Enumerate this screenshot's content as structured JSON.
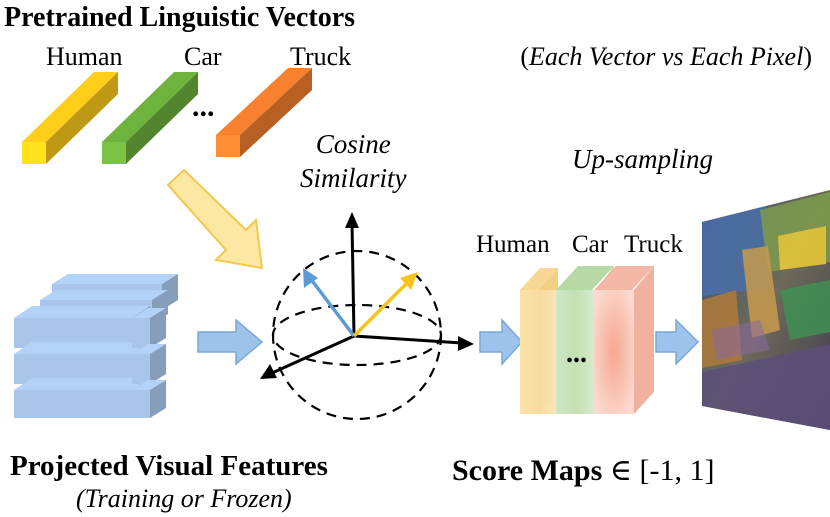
{
  "title_top": "Pretrained Linguistic Vectors",
  "vectors": {
    "human_label": "Human",
    "car_label": "Car",
    "truck_label": "Truck",
    "ellipsis": "..."
  },
  "note": {
    "open": "(",
    "text": "Each Vector vs Each Pixel",
    "close": ")"
  },
  "cosine": {
    "line1": "Cosine",
    "line2": "Similarity"
  },
  "upsampling": "Up-sampling",
  "score_maps": {
    "human_label": "Human",
    "car_label": "Car",
    "truck_label": "Truck",
    "ellipsis": "...",
    "title_bold": "Score Maps",
    "title_rest": " ∈ [-1, 1]"
  },
  "visual": {
    "title": "Projected Visual Features",
    "subtitle": "(Training or Frozen)"
  },
  "colors": {
    "human": "#f5c41a",
    "car": "#6aaa3c",
    "truck": "#ec7b2e",
    "feature_block": "#a9c6ea",
    "arrow_blue": "#9dc3ea",
    "arrow_yellow": "#fbe39a"
  }
}
